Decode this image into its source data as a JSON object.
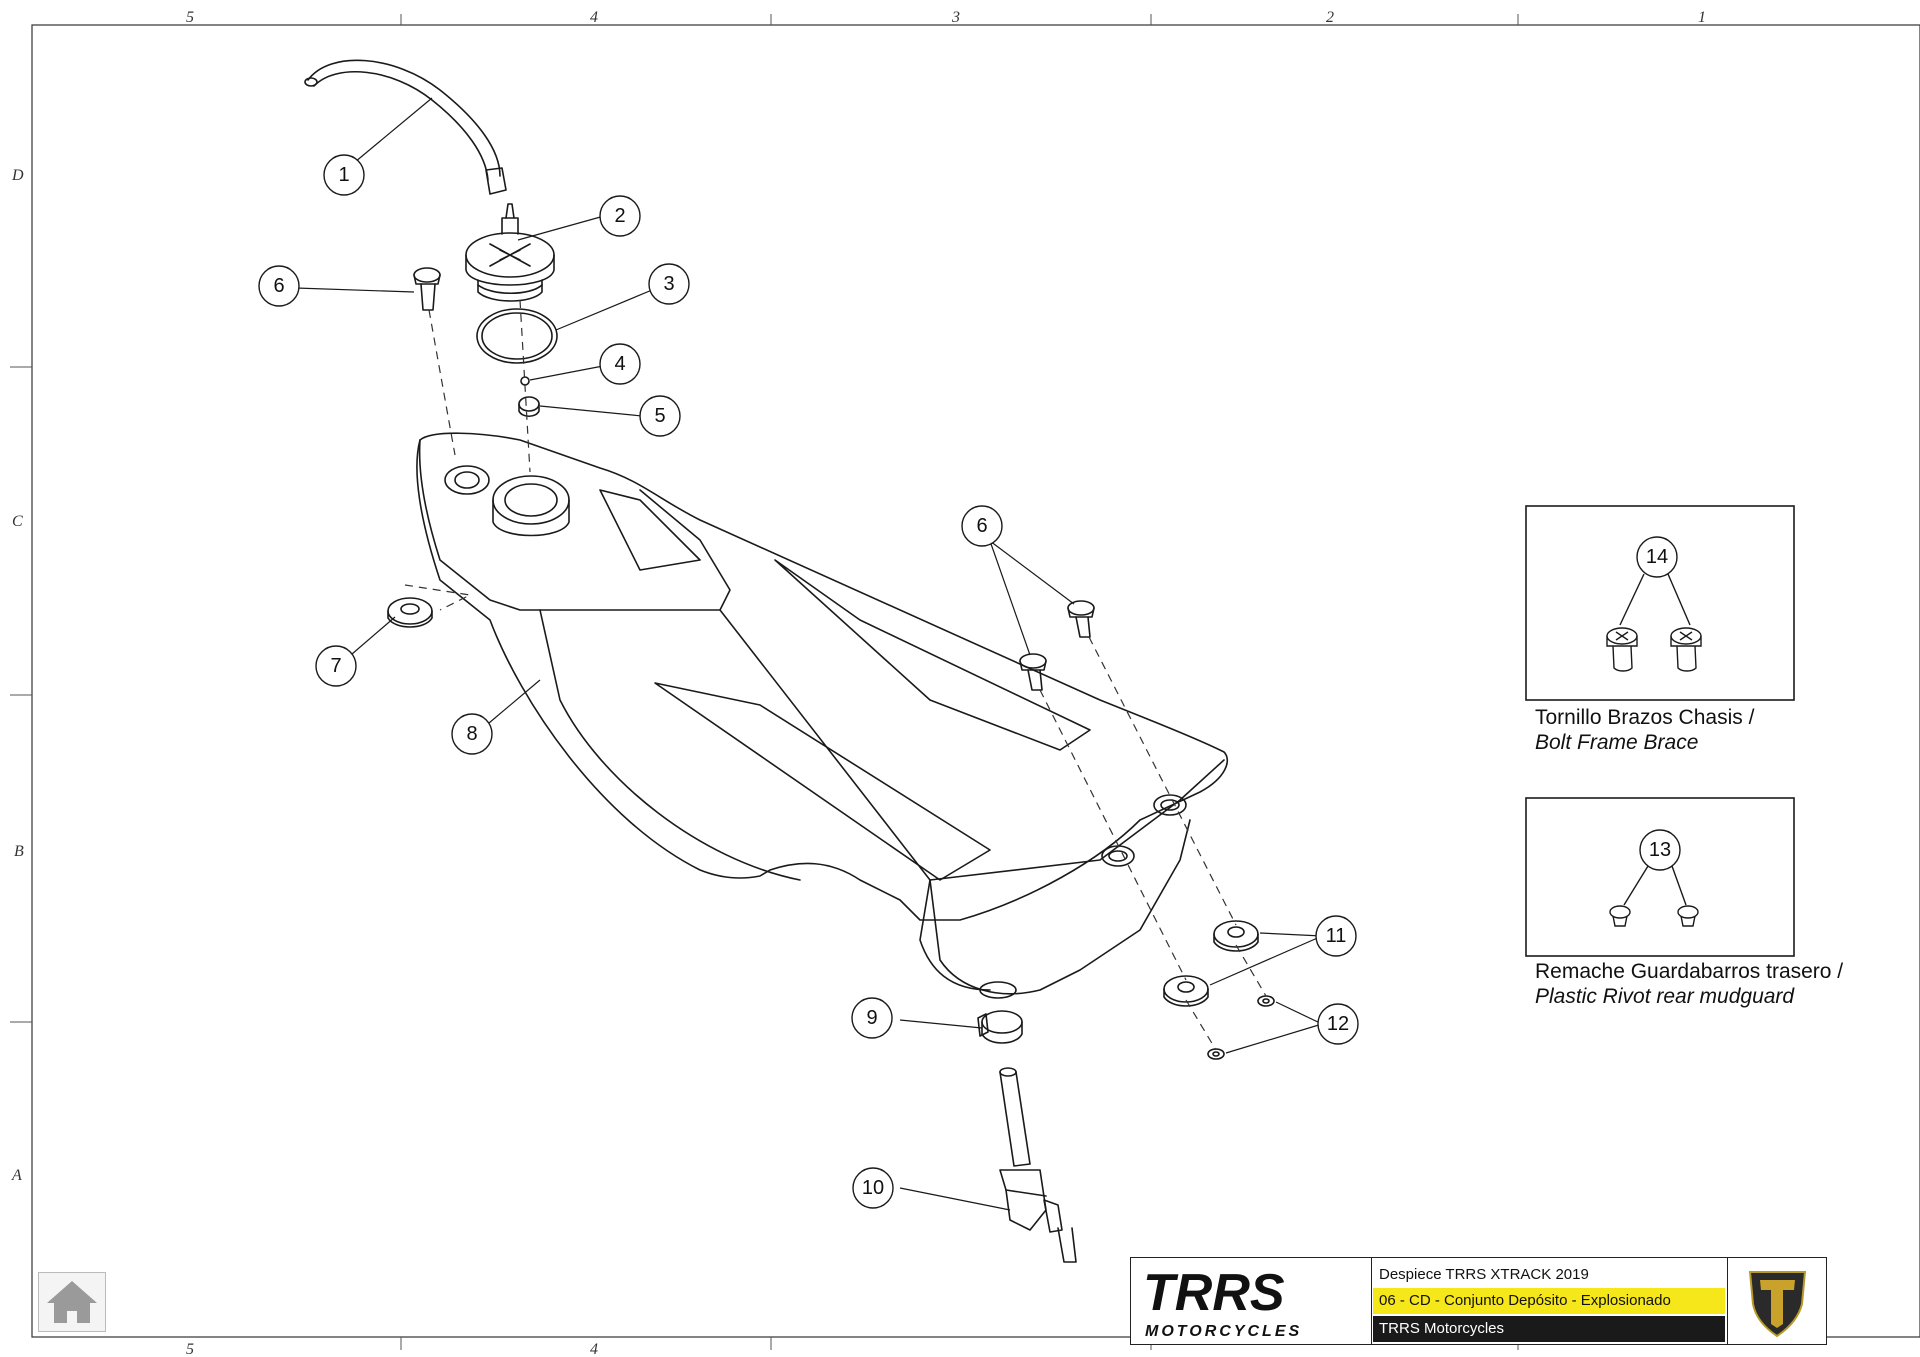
{
  "sheet": {
    "columns": [
      "5",
      "4",
      "3",
      "2",
      "1"
    ],
    "rows": [
      "D",
      "C",
      "B",
      "A"
    ]
  },
  "callouts": [
    "1",
    "2",
    "3",
    "4",
    "5",
    "6",
    "6",
    "7",
    "8",
    "9",
    "10",
    "11",
    "12"
  ],
  "inset_boxes": [
    {
      "callout": "14",
      "caption_es": "Tornillo Brazos Chasis /",
      "caption_en": "Bolt Frame Brace"
    },
    {
      "callout": "13",
      "caption_es": "Remache Guardabarros trasero /",
      "caption_en": "Plastic Rivot rear mudguard"
    }
  ],
  "title_block": {
    "logo_main": "TRRS",
    "logo_sub": "MOTORCYCLES",
    "line1": "Despiece TRRS XTRACK 2019",
    "line2": "06 - CD - Conjunto Depósito - Explosionado",
    "line3": "TRRS Motorcycles",
    "highlight_color": "#f5e71a",
    "dark_color": "#1a1a1a"
  },
  "icons": {
    "home": "home-icon",
    "badge": "trrs-shield-icon"
  }
}
